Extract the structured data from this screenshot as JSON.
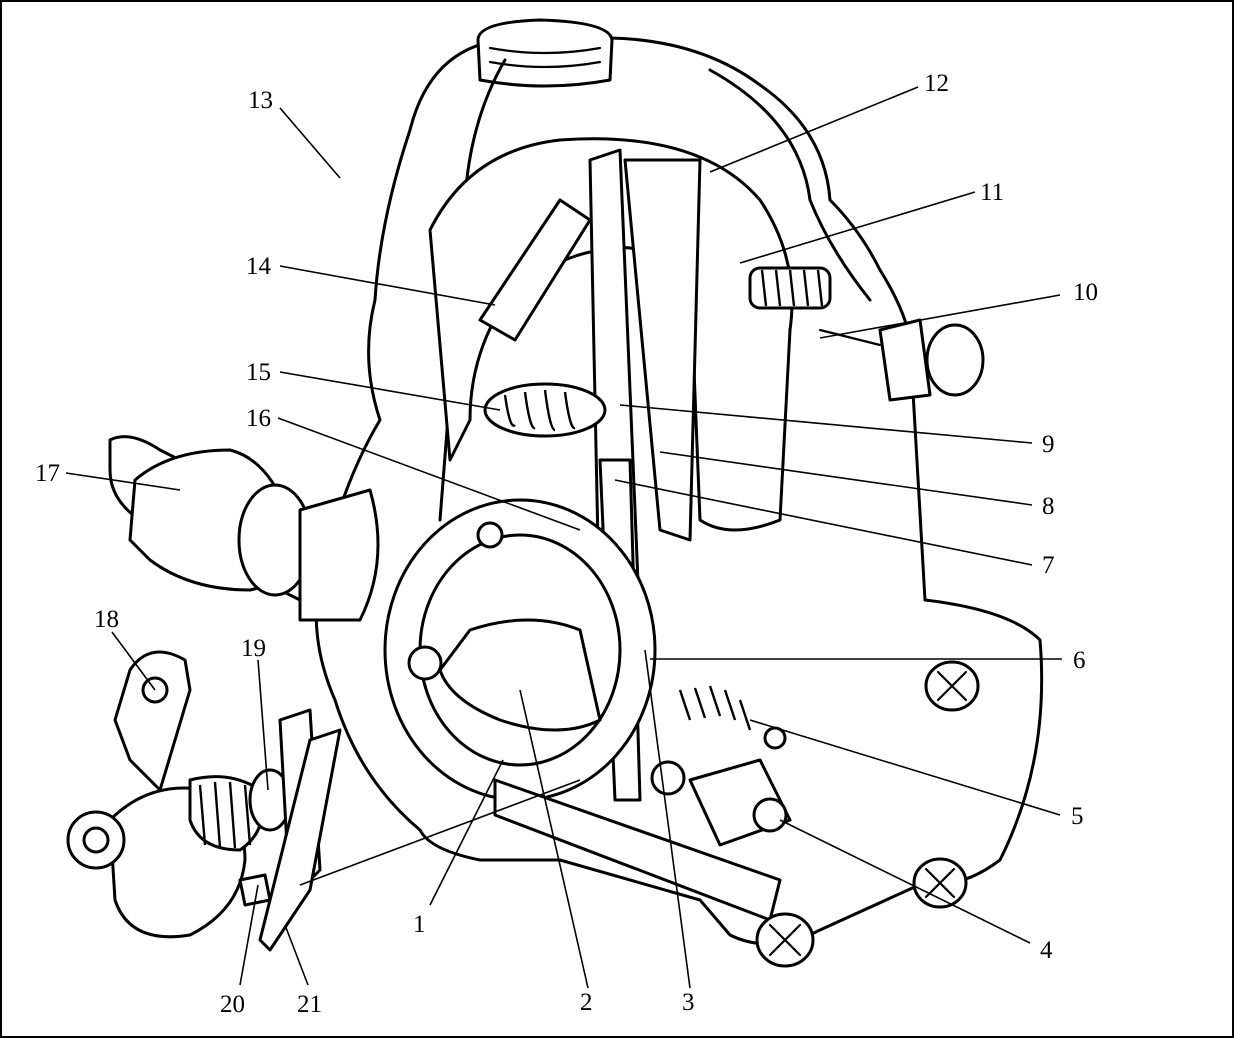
{
  "diagram": {
    "ink_color": "#000000",
    "background_color": "#ffffff",
    "callouts": [
      {
        "id": "c1",
        "label": "1"
      },
      {
        "id": "c2",
        "label": "2"
      },
      {
        "id": "c3",
        "label": "3"
      },
      {
        "id": "c4",
        "label": "4"
      },
      {
        "id": "c5",
        "label": "5"
      },
      {
        "id": "c6",
        "label": "6"
      },
      {
        "id": "c7",
        "label": "7"
      },
      {
        "id": "c8",
        "label": "8"
      },
      {
        "id": "c9",
        "label": "9"
      },
      {
        "id": "c10",
        "label": "10"
      },
      {
        "id": "c11",
        "label": "11"
      },
      {
        "id": "c12",
        "label": "12"
      },
      {
        "id": "c13",
        "label": "13"
      },
      {
        "id": "c14",
        "label": "14"
      },
      {
        "id": "c15",
        "label": "15"
      },
      {
        "id": "c16",
        "label": "16"
      },
      {
        "id": "c17",
        "label": "17"
      },
      {
        "id": "c18",
        "label": "18"
      },
      {
        "id": "c19",
        "label": "19"
      },
      {
        "id": "c20",
        "label": "20"
      },
      {
        "id": "c21",
        "label": "21"
      }
    ]
  }
}
